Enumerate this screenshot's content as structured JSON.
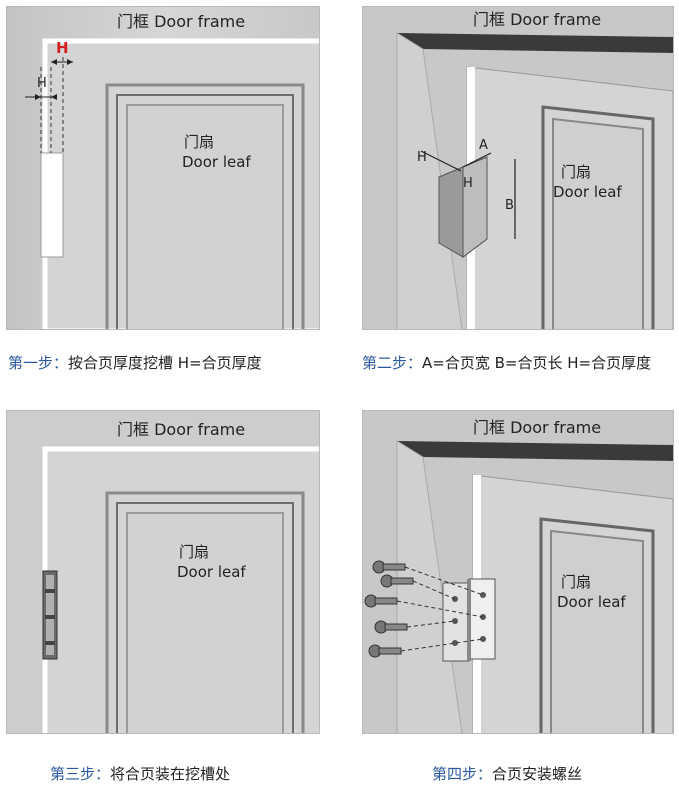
{
  "panels": [
    {
      "frame_label": "门框  Door frame",
      "leaf_label_cn": "门扇",
      "leaf_label_en": "Door leaf",
      "dim_H_red": "H",
      "dim_H_side": "H",
      "caption_step": "第一步：",
      "caption_text": "按合页厚度挖槽 H=合页厚度"
    },
    {
      "frame_label": "门框  Door frame",
      "leaf_label_cn": "门扇",
      "leaf_label_en": "Door leaf",
      "dim_A": "A",
      "dim_B": "B",
      "dim_H_top": "H",
      "dim_H_front": "H",
      "caption_step": "第二步：",
      "caption_text": "A=合页宽 B=合页长 H=合页厚度"
    },
    {
      "frame_label": "门框  Door frame",
      "leaf_label_cn": "门扇",
      "leaf_label_en": "Door leaf",
      "caption_step": "第三步：",
      "caption_text": "将合页装在挖槽处"
    },
    {
      "frame_label": "门框  Door frame",
      "leaf_label_cn": "门扇",
      "leaf_label_en": "Door leaf",
      "caption_step": "第四步：",
      "caption_text": "合页安装螺丝"
    }
  ],
  "colors": {
    "step_blue": "#2b5aa0",
    "dim_red": "#d42020",
    "wood": "#cfcfcf"
  }
}
